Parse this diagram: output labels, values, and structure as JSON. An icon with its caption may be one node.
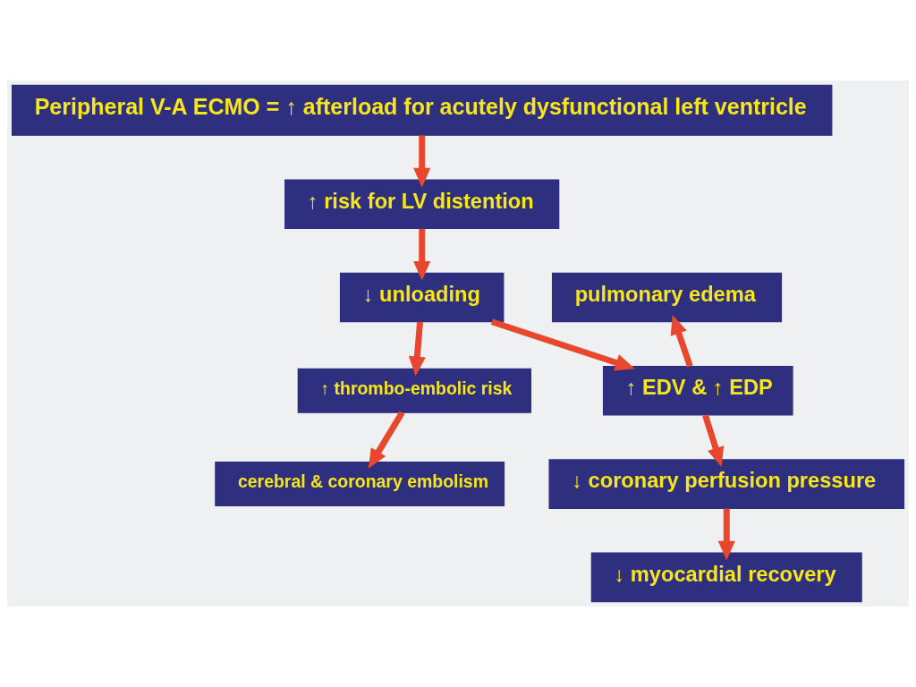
{
  "diagram": {
    "nodes": [
      {
        "text": [
          "Peripheral V-A ECMO = ↑ afterload for acutely dysfunctional left ventricle"
        ]
      },
      {
        "text": [
          "↑ risk for LV distention"
        ]
      },
      {
        "text": [
          "↓ unloading"
        ]
      },
      {
        "text": [
          "pulmonary edema"
        ]
      },
      {
        "text": [
          "↑ thrombo-embolic risk"
        ]
      },
      {
        "text": [
          "↑ EDV & ↑ EDP"
        ]
      },
      {
        "text": [
          "cerebral & coronary embolism"
        ]
      },
      {
        "text": [
          "↓ coronary perfusion pressure"
        ]
      },
      {
        "text": [
          "↓ myocardial recovery"
        ]
      }
    ],
    "edges": [
      {
        "from": 0,
        "to": 1,
        "arrow": "to"
      },
      {
        "from": 1,
        "to": 2,
        "arrow": "to"
      },
      {
        "from": 2,
        "to": 4,
        "arrow": "to"
      },
      {
        "from": 2,
        "to": 5,
        "arrow": "to"
      },
      {
        "from": 5,
        "to": 3,
        "arrow": "to"
      },
      {
        "from": 4,
        "to": 6,
        "arrow": "to"
      },
      {
        "from": 5,
        "to": 7,
        "arrow": "to"
      },
      {
        "from": 7,
        "to": 8,
        "arrow": "to"
      }
    ]
  }
}
